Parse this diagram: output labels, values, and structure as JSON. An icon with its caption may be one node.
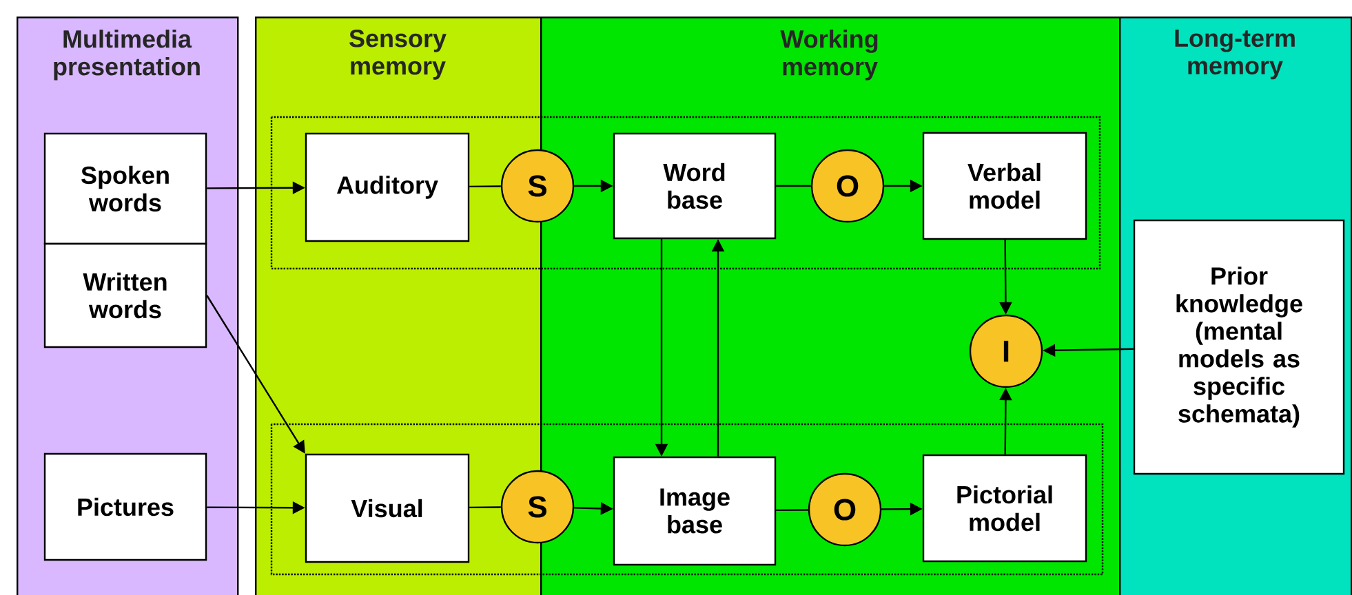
{
  "diagram": {
    "nodes": [
      {
        "text": [
          "Multimedia presentation"
        ]
      },
      {
        "text": [
          "Sensory memory"
        ]
      },
      {
        "text": [
          "Working memory"
        ]
      },
      {
        "text": [
          "Long-term memory"
        ]
      },
      {
        "text": [
          "Spoken words"
        ],
        "in": 0
      },
      {
        "text": [
          "Written words"
        ],
        "in": 0
      },
      {
        "text": [
          "Pictures"
        ],
        "in": 0
      },
      {
        "text": [
          "Auditory"
        ],
        "in": 1
      },
      {
        "text": [
          "Visual"
        ],
        "in": 1
      },
      {
        "text": [
          "S"
        ]
      },
      {
        "text": [
          "S"
        ]
      },
      {
        "text": [
          "Word base"
        ],
        "in": 2
      },
      {
        "text": [
          "Image base"
        ],
        "in": 2
      },
      {
        "text": [
          "O"
        ],
        "in": 2
      },
      {
        "text": [
          "O"
        ],
        "in": 2
      },
      {
        "text": [
          "Verbal model"
        ],
        "in": 2
      },
      {
        "text": [
          "Pictorial model"
        ],
        "in": 2
      },
      {
        "text": [
          "I"
        ],
        "in": 2
      },
      {
        "text": [
          "Prior knowledge (mental models as specific schemata)"
        ],
        "in": 3
      }
    ],
    "edges": [
      {
        "from": 4,
        "to": 7,
        "arrow": "to"
      },
      {
        "from": 5,
        "to": 8,
        "arrow": "to"
      },
      {
        "from": 6,
        "to": 8,
        "arrow": "to"
      },
      {
        "from": 7,
        "to": 9,
        "arrow": "none"
      },
      {
        "from": 8,
        "to": 10,
        "arrow": "none"
      },
      {
        "from": 9,
        "to": 11,
        "arrow": "to"
      },
      {
        "from": 10,
        "to": 12,
        "arrow": "to"
      },
      {
        "from": 11,
        "to": 12,
        "arrow": "to"
      },
      {
        "from": 12,
        "to": 11,
        "arrow": "to"
      },
      {
        "from": 11,
        "to": 13,
        "arrow": "none"
      },
      {
        "from": 13,
        "to": 15,
        "arrow": "to"
      },
      {
        "from": 12,
        "to": 14,
        "arrow": "none"
      },
      {
        "from": 14,
        "to": 16,
        "arrow": "to"
      },
      {
        "from": 15,
        "to": 17,
        "arrow": "to"
      },
      {
        "from": 16,
        "to": 17,
        "arrow": "to"
      },
      {
        "from": 18,
        "to": 17,
        "arrow": "to"
      }
    ]
  }
}
